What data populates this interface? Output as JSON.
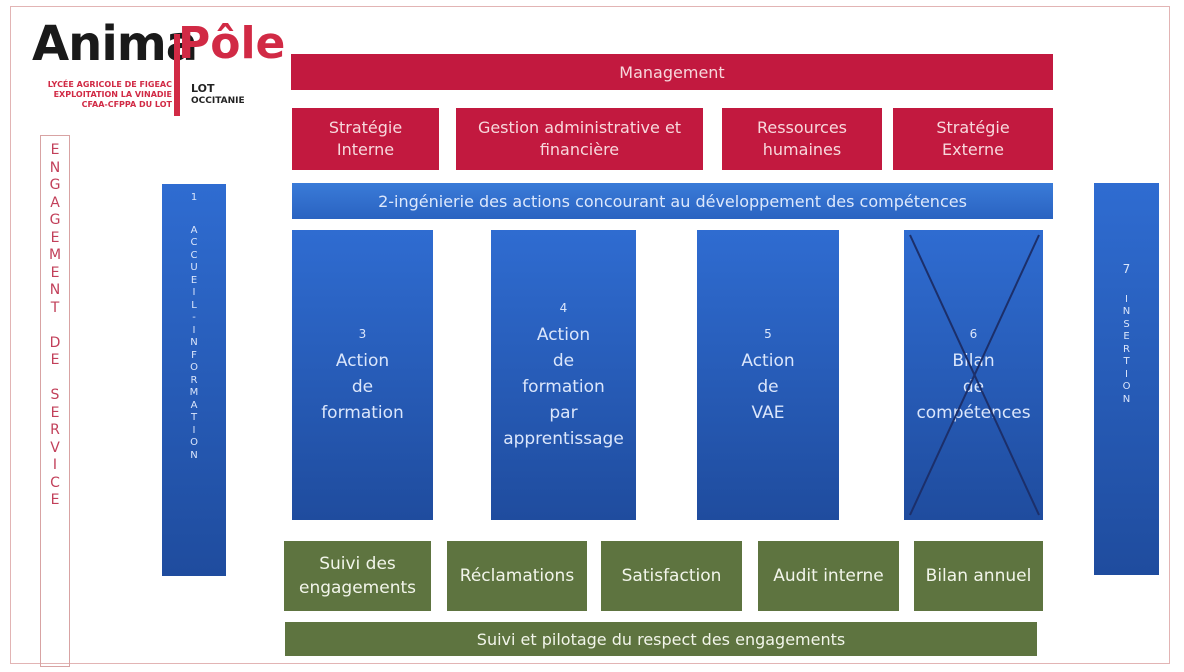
{
  "logo": {
    "name_left": "Anima",
    "name_right": "Pôle",
    "sub_lines": [
      "LYCÉE AGRICOLE DE FIGEAC",
      "EXPLOITATION LA VINADIE",
      "CFAA-CFPPA DU LOT"
    ],
    "region_lines": [
      "LOT",
      "OCCITANIE"
    ],
    "brand_red": "#d12a45"
  },
  "left_vertical": {
    "letters": [
      "E",
      "N",
      "G",
      "A",
      "G",
      "E",
      "M",
      "E",
      "N",
      "T",
      "",
      "D",
      "E",
      "",
      "S",
      "E",
      "R",
      "V",
      "I",
      "C",
      "E"
    ]
  },
  "management": {
    "label": "Management"
  },
  "sub_boxes": [
    {
      "lines": [
        "Stratégie",
        "Interne"
      ]
    },
    {
      "lines": [
        "Gestion administrative et",
        "financière"
      ]
    },
    {
      "lines": [
        "Ressources",
        "humaines"
      ]
    },
    {
      "lines": [
        "Stratégie",
        "Externe"
      ]
    }
  ],
  "engineering": {
    "label": "2-ingénierie des actions concourant au développement des compétences"
  },
  "accueil": {
    "number": "1",
    "letters": [
      "A",
      "C",
      "C",
      "U",
      "E",
      "I",
      "L",
      "-",
      "I",
      "N",
      "F",
      "O",
      "R",
      "M",
      "A",
      "T",
      "I",
      "O",
      "N"
    ]
  },
  "insertion": {
    "number": "7",
    "letters": [
      "I",
      "N",
      "S",
      "E",
      "R",
      "T",
      "I",
      "O",
      "N"
    ]
  },
  "actions": [
    {
      "number": "3",
      "lines": [
        "Action",
        "de",
        "formation"
      ]
    },
    {
      "number": "4",
      "lines": [
        "Action",
        "de",
        "formation",
        "par",
        "apprentissage"
      ]
    },
    {
      "number": "5",
      "lines": [
        "Action",
        "de",
        "VAE"
      ]
    },
    {
      "number": "6",
      "lines": [
        "Bilan",
        "de",
        "compétences"
      ],
      "crossed_out": true
    }
  ],
  "follow_boxes": [
    {
      "lines": [
        "Suivi des",
        "engagements"
      ]
    },
    {
      "lines": [
        "Réclamations"
      ]
    },
    {
      "lines": [
        "Satisfaction"
      ]
    },
    {
      "lines": [
        "Audit interne"
      ]
    },
    {
      "lines": [
        "Bilan annuel"
      ]
    }
  ],
  "bottom_bar": {
    "label": "Suivi et pilotage du respect des engagements"
  },
  "colors": {
    "red": "#c2193f",
    "blue": "#2a5fb8",
    "green": "#5e7440"
  }
}
